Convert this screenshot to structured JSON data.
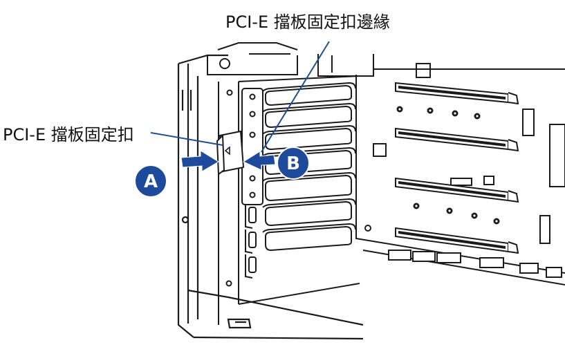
{
  "callouts": {
    "edge_label": "PCI-E 擋板固定扣邊緣",
    "clip_label": "PCI-E 擋板固定扣"
  },
  "steps": {
    "a": "A",
    "b": "B"
  },
  "colors": {
    "line_art": "#1a1a1a",
    "leader_line": "#1e4f8f",
    "badge_fill": "#1d4a9a",
    "arrow_fill": "#1d4a9a",
    "slot_fill": "#1a1a1a"
  }
}
